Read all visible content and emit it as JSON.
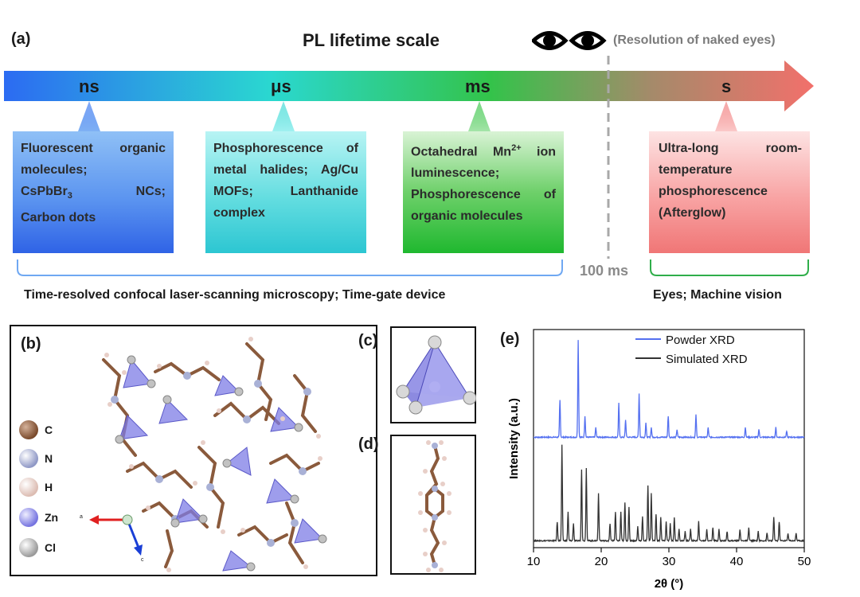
{
  "panel_a": {
    "label": "(a)",
    "title": "PL lifetime scale",
    "resolution_note": "(Resolution of naked eyes)",
    "threshold_label": "100 ms",
    "scales": [
      "ns",
      "μs",
      "ms",
      "s"
    ],
    "boxes": [
      {
        "line1": "Fluorescent organic molecules;",
        "cs_a": "CsPbBr",
        "cs_sub": "3",
        "cs_b": "NCs;",
        "line3": "Carbon dots"
      },
      {
        "text": "Phosphorescence of metal halides; Ag/Cu MOFs; Lanthanide complex"
      },
      {
        "a": "Octahedral Mn",
        "sup": "2+",
        "b": " ion luminescence; Phosphorescence of organic molecules"
      },
      {
        "text": "Ultra-long room-temperature phosphorescence (Afterglow)"
      }
    ],
    "method_left": "Time-resolved confocal laser-scanning microscopy; Time-gate device",
    "method_right": "Eyes; Machine vision",
    "colors": {
      "blue": "#3a6ff0",
      "cyan": "#2fd6dc",
      "green": "#28c23a",
      "red": "#f07a7a",
      "bracket_blue": "#6fa8f2",
      "bracket_green": "#2fae4a"
    }
  },
  "panel_b": {
    "label": "(b)",
    "legend": [
      {
        "name": "C",
        "color": "#8a5a3c"
      },
      {
        "name": "N",
        "color": "#a9b1d6"
      },
      {
        "name": "H",
        "color": "#e8cfc8"
      },
      {
        "name": "Zn",
        "color": "#8e8ce8"
      },
      {
        "name": "Cl",
        "color": "#b7b7b7"
      }
    ],
    "axis_a": "a",
    "axis_c": "c"
  },
  "panel_c": {
    "label": "(c)"
  },
  "panel_d": {
    "label": "(d)"
  },
  "panel_e": {
    "label": "(e)",
    "chart_data": {
      "type": "line",
      "xlabel": "2θ (°)",
      "ylabel": "Intensity (a.u.)",
      "xlim": [
        10,
        50
      ],
      "xticks": [
        "10",
        "20",
        "30",
        "40",
        "50"
      ],
      "series": [
        {
          "name": "Powder XRD",
          "color": "#5470f0",
          "peaks": [
            [
              13.9,
              0.38
            ],
            [
              16.6,
              1.0
            ],
            [
              17.6,
              0.22
            ],
            [
              19.2,
              0.1
            ],
            [
              22.6,
              0.35
            ],
            [
              23.6,
              0.18
            ],
            [
              25.6,
              0.45
            ],
            [
              26.6,
              0.15
            ],
            [
              27.4,
              0.1
            ],
            [
              29.9,
              0.22
            ],
            [
              31.2,
              0.08
            ],
            [
              34.0,
              0.23
            ],
            [
              35.8,
              0.1
            ],
            [
              41.3,
              0.1
            ],
            [
              43.3,
              0.08
            ],
            [
              45.8,
              0.1
            ],
            [
              47.4,
              0.06
            ]
          ]
        },
        {
          "name": "Simulated XRD",
          "color": "#333333",
          "peaks": [
            [
              13.5,
              0.2
            ],
            [
              14.2,
              1.0
            ],
            [
              15.1,
              0.3
            ],
            [
              15.9,
              0.18
            ],
            [
              17.1,
              0.75
            ],
            [
              17.8,
              0.76
            ],
            [
              19.6,
              0.5
            ],
            [
              21.3,
              0.18
            ],
            [
              22.1,
              0.3
            ],
            [
              22.9,
              0.3
            ],
            [
              23.5,
              0.4
            ],
            [
              24.1,
              0.35
            ],
            [
              25.4,
              0.15
            ],
            [
              26.1,
              0.25
            ],
            [
              26.9,
              0.58
            ],
            [
              27.4,
              0.5
            ],
            [
              28.1,
              0.28
            ],
            [
              28.8,
              0.25
            ],
            [
              29.6,
              0.2
            ],
            [
              30.2,
              0.18
            ],
            [
              30.8,
              0.25
            ],
            [
              31.5,
              0.12
            ],
            [
              32.4,
              0.1
            ],
            [
              33.2,
              0.12
            ],
            [
              34.4,
              0.2
            ],
            [
              35.6,
              0.12
            ],
            [
              36.5,
              0.14
            ],
            [
              37.4,
              0.12
            ],
            [
              38.6,
              0.1
            ],
            [
              40.5,
              0.12
            ],
            [
              41.8,
              0.14
            ],
            [
              43.2,
              0.1
            ],
            [
              44.5,
              0.08
            ],
            [
              45.5,
              0.25
            ],
            [
              46.3,
              0.2
            ],
            [
              47.6,
              0.08
            ],
            [
              48.8,
              0.08
            ]
          ]
        }
      ]
    }
  }
}
